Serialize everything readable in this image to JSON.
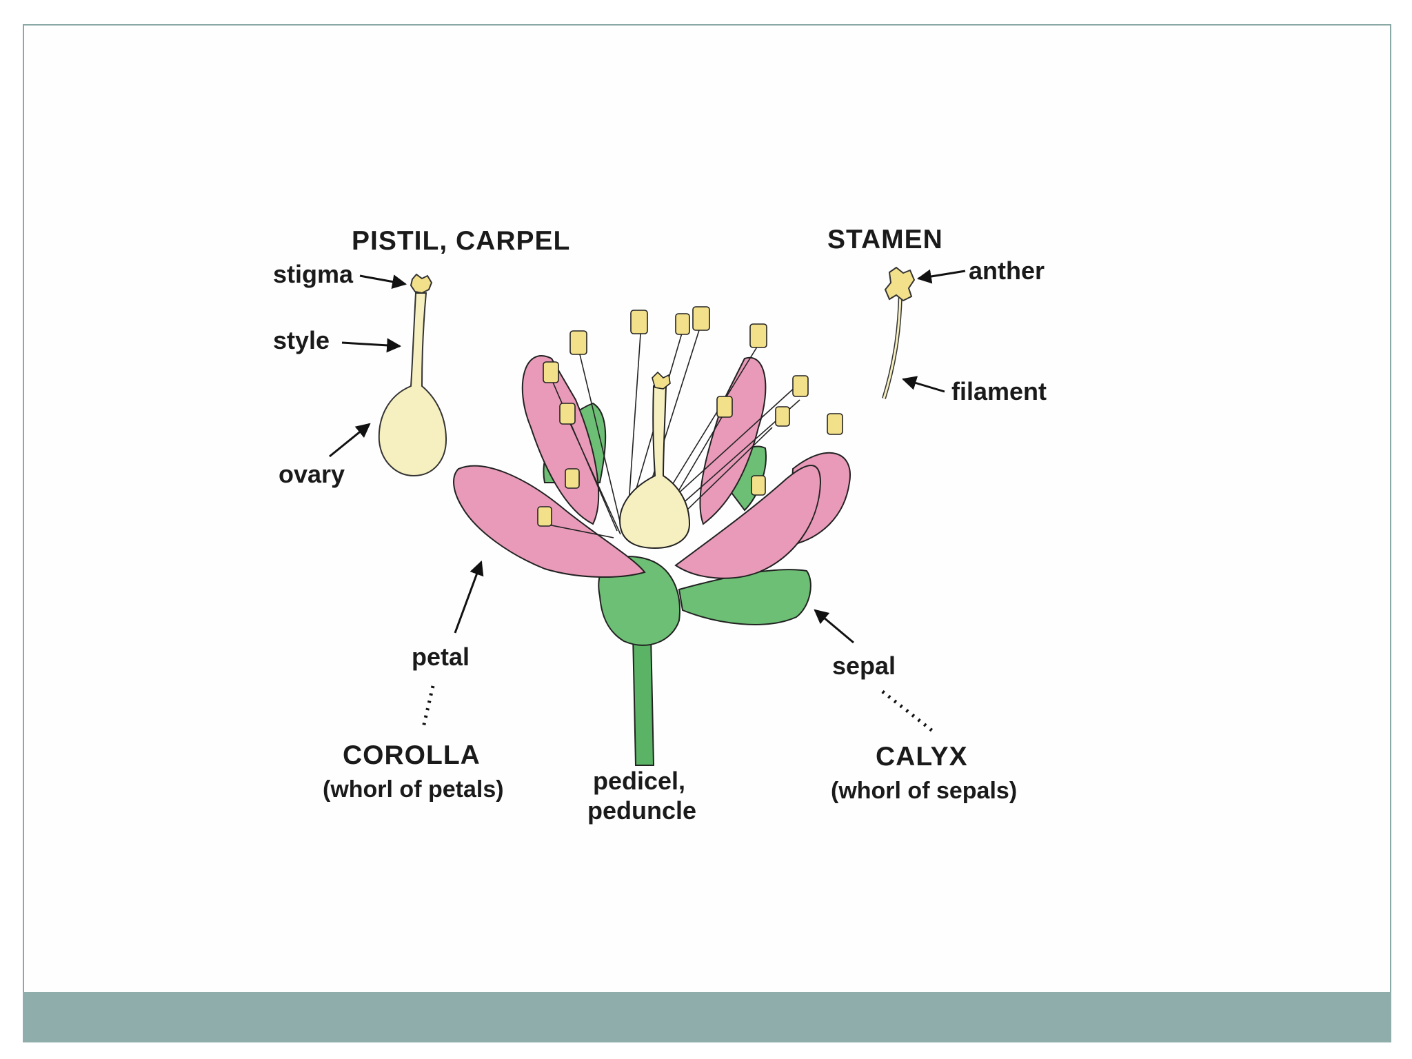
{
  "colors": {
    "frame_border": "#8aa9a5",
    "bottom_bar": "#8fadaa",
    "petal": "#e89ab8",
    "sepal": "#6cbf74",
    "pistil": "#f6efc0",
    "anther": "#f3e08a",
    "stem": "#5bb365"
  },
  "labels": {
    "pistil_carpel": "PISTIL, CARPEL",
    "stamen": "STAMEN",
    "stigma": "stigma",
    "style": "style",
    "ovary": "ovary",
    "anther": "anther",
    "filament": "filament",
    "petal": "petal",
    "sepal": "sepal",
    "corolla": "COROLLA",
    "corolla_sub": "(whorl of petals)",
    "calyx": "CALYX",
    "calyx_sub": "(whorl of sepals)",
    "pedicel_line1": "pedicel,",
    "pedicel_line2": "peduncle"
  }
}
